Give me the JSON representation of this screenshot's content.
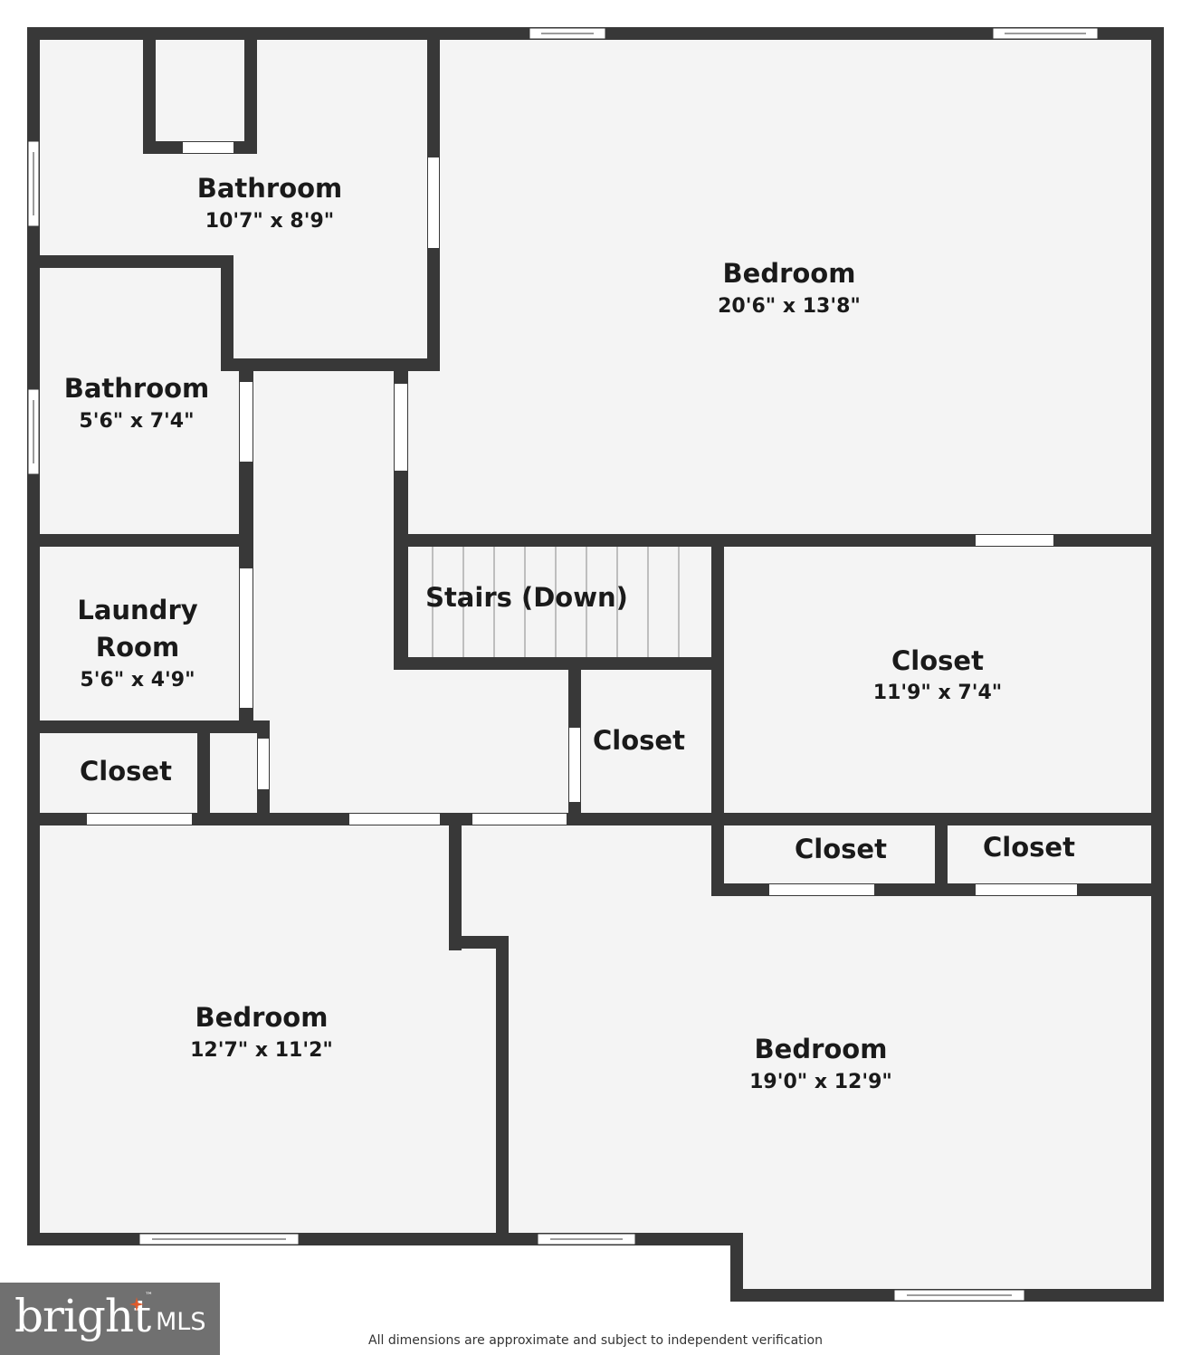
{
  "colors": {
    "wall": "#383838",
    "floor": "#f4f4f4",
    "opening": "#ffffff",
    "logo_bg": "#707070"
  },
  "rooms": [
    {
      "id": "bathroom-1",
      "name": "Bathroom",
      "dims": "10'7\" x 8'9\""
    },
    {
      "id": "bedroom-1",
      "name": "Bedroom",
      "dims": "20'6\" x 13'8\""
    },
    {
      "id": "bathroom-2",
      "name": "Bathroom",
      "dims": "5'6\" x 7'4\""
    },
    {
      "id": "stairs",
      "name": "Stairs (Down)"
    },
    {
      "id": "closet-1",
      "name": "Closet",
      "dims": "11'9\" x 7'4\""
    },
    {
      "id": "laundry",
      "name_line1": "Laundry",
      "name_line2": "Room",
      "dims": "5'6\" x 4'9\""
    },
    {
      "id": "closet-2",
      "name": "Closet"
    },
    {
      "id": "closet-3",
      "name": "Closet"
    },
    {
      "id": "closet-4",
      "name": "Closet"
    },
    {
      "id": "closet-5",
      "name": "Closet"
    },
    {
      "id": "bedroom-2",
      "name": "Bedroom",
      "dims": "12'7\" x 11'2\""
    },
    {
      "id": "bedroom-3",
      "name": "Bedroom",
      "dims": "19'0\" x 12'9\""
    }
  ],
  "logo": {
    "brand": "bright",
    "suffix": "MLS",
    "trademark": "™",
    "icon": "sparkle-icon"
  },
  "disclaimer": "All dimensions are approximate and subject to independent verification"
}
